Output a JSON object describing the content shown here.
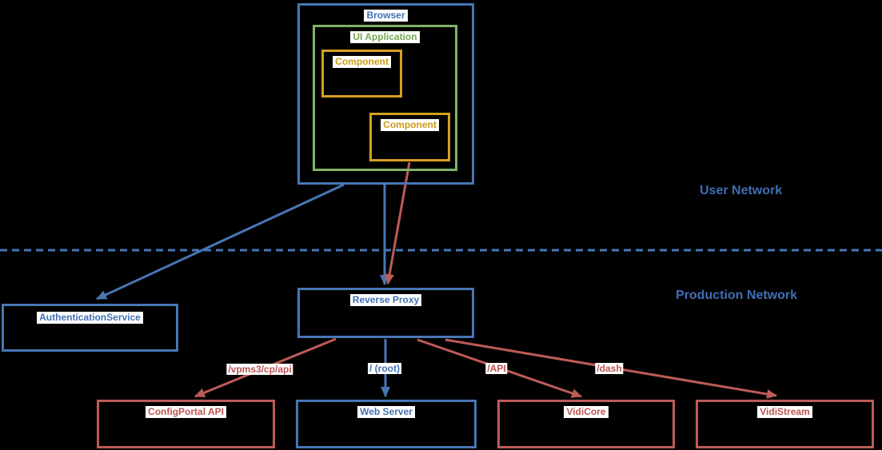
{
  "title": "Network architecture diagram",
  "colors": {
    "blue": "#4876B4",
    "red": "#BD5B58",
    "green": "#80B266",
    "orange": "#D5A021",
    "background": "#000000",
    "label_background": "#FFFFFF"
  },
  "regions": {
    "user_network": "User Network",
    "production_network": "Production Network"
  },
  "nodes": {
    "browser": "Browser",
    "ui_application": "UI Application",
    "component_top": "Component",
    "component_bottom": "Component",
    "auth_service": "AuthenticationService",
    "reverse_proxy": "Reverse Proxy",
    "configportal_api": "ConfigPortal API",
    "web_server": "Web Server",
    "vidicore": "VidiCore",
    "vidistream": "VidiStream"
  },
  "edges": [
    {
      "from": "Browser",
      "to": "AuthenticationService",
      "color": "blue",
      "label": ""
    },
    {
      "from": "Browser",
      "to": "Reverse Proxy",
      "color": "blue",
      "label": ""
    },
    {
      "from": "Component",
      "to": "Reverse Proxy",
      "color": "red",
      "label": ""
    },
    {
      "from": "Reverse Proxy",
      "to": "ConfigPortal API",
      "color": "red",
      "label": "/vpms3/cp/api"
    },
    {
      "from": "Reverse Proxy",
      "to": "Web Server",
      "color": "blue",
      "label": "/ (root)"
    },
    {
      "from": "Reverse Proxy",
      "to": "VidiCore",
      "color": "red",
      "label": "/API"
    },
    {
      "from": "Reverse Proxy",
      "to": "VidiStream",
      "color": "red",
      "label": "/dash"
    }
  ],
  "divider": {
    "style": "dashed",
    "separates": [
      "User Network",
      "Production Network"
    ]
  }
}
